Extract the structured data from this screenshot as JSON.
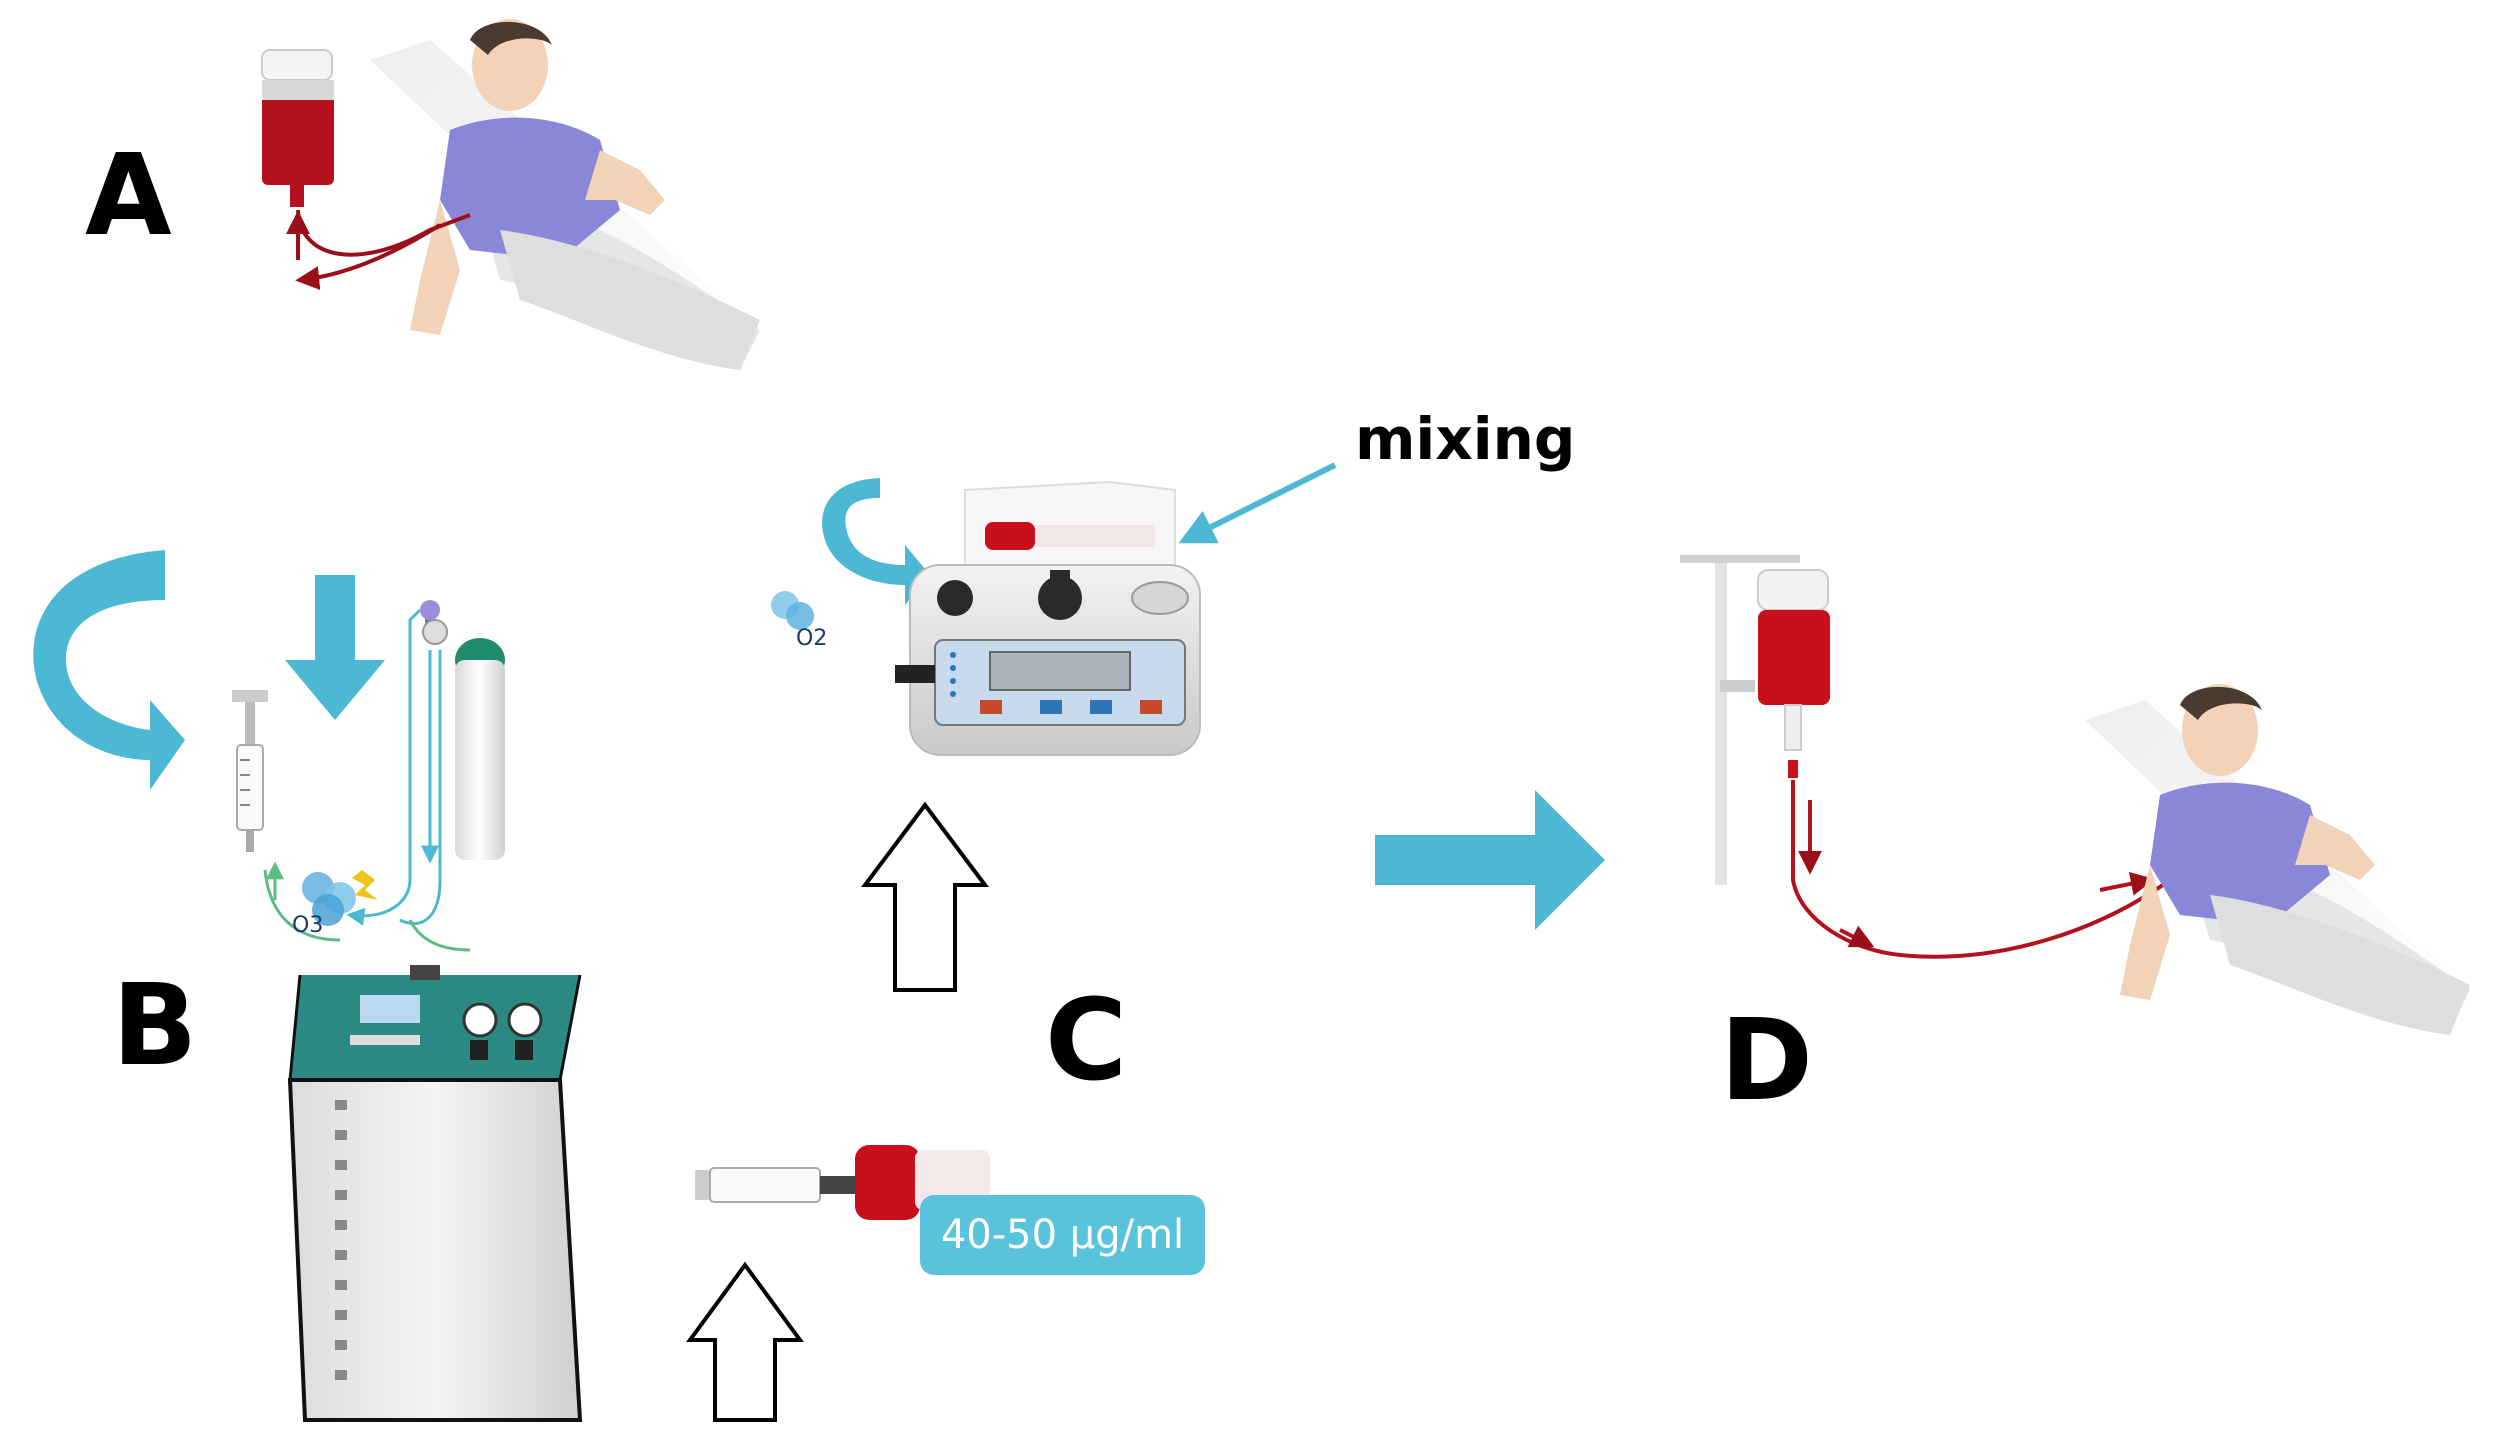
{
  "steps": {
    "a": "A",
    "b": "B",
    "c": "C",
    "d": "D"
  },
  "labels": {
    "mixing": "mixing",
    "ozone": "O3",
    "oxygen": "O2",
    "concentration": "40-50 µg/ml"
  },
  "colors": {
    "accent_teal": "#4db8d4",
    "blood_red": "#b3121c",
    "patient_shirt": "#8b87d8",
    "skin": "#f3d3b8",
    "generator_panel": "#2c8a82",
    "cylinder_green": "#1f8c6e"
  },
  "icons": [
    "patient-icon",
    "blood-bag-icon",
    "syringe-icon",
    "ozone-generator-icon",
    "oxygen-cylinder-icon",
    "mixer-device-icon",
    "iv-stand-icon",
    "curved-arrow-icon",
    "down-arrow-icon",
    "up-arrow-outline-icon",
    "right-arrow-icon"
  ]
}
